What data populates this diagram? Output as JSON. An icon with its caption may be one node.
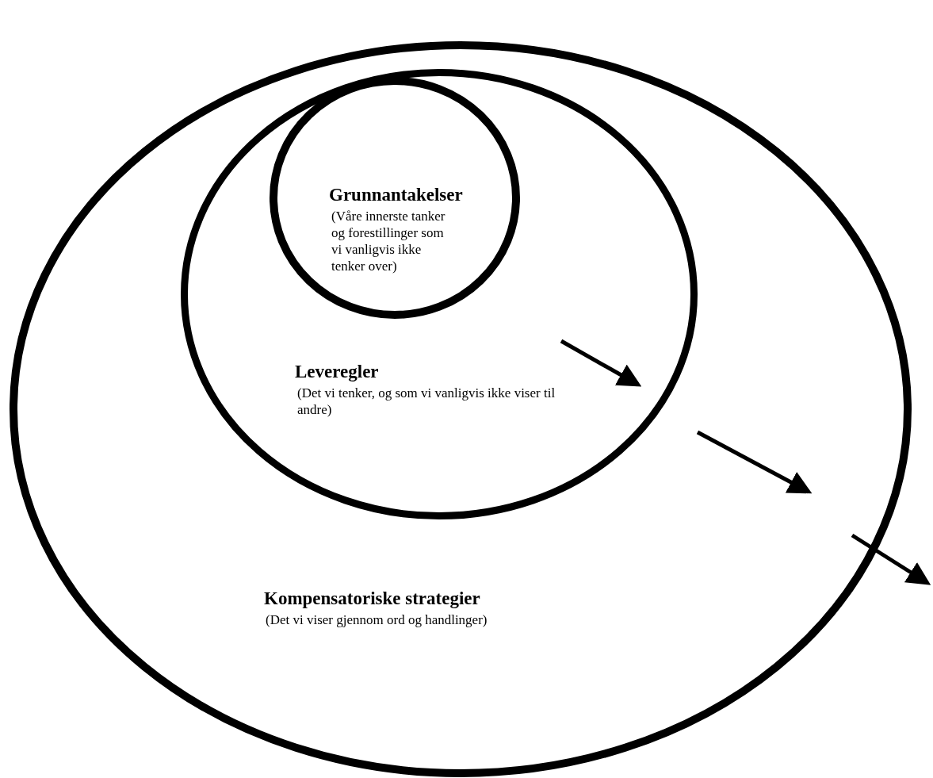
{
  "diagram": {
    "nodes": [
      {
        "text": [
          "Kompensatoriske strategier",
          "(Det vi viser gjennom ord og handlinger)"
        ]
      },
      {
        "text": [
          "Leveregler",
          "(Det vi tenker, og som vi vanligvis ikke viser til andre)"
        ],
        "in": 0
      },
      {
        "text": [
          "Grunnantakelser",
          "(Våre innerste tanker og forestillinger som vi vanligvis ikke tenker over)"
        ],
        "in": 1
      }
    ]
  }
}
